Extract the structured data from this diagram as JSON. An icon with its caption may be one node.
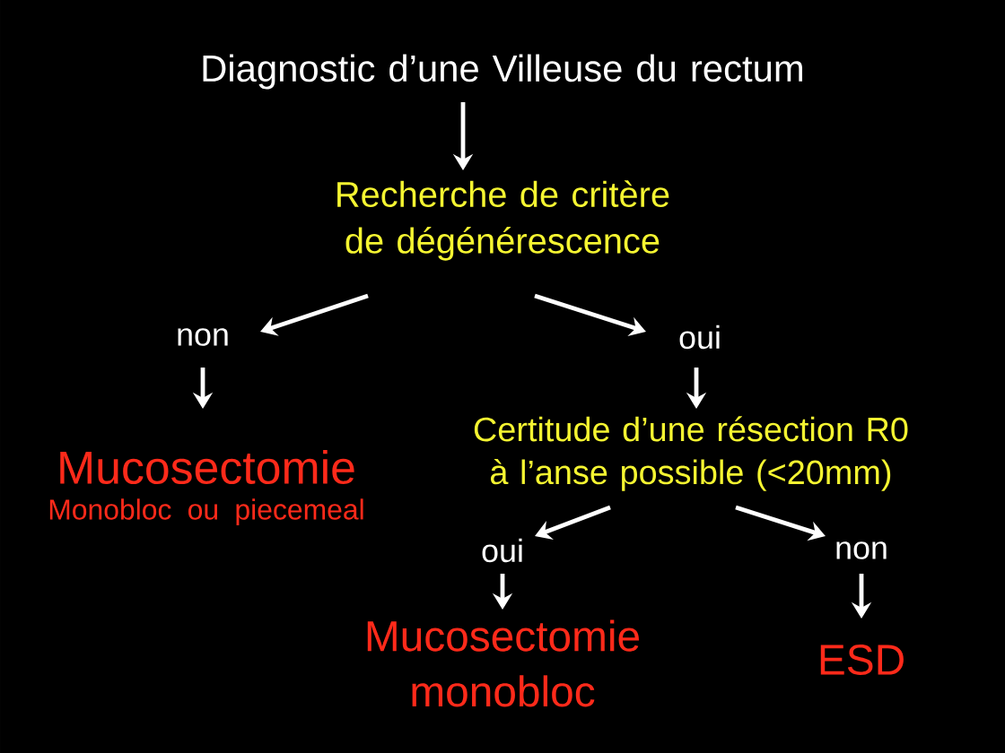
{
  "diagram": {
    "nodes": [
      {
        "text": [
          "Diagnostic d’une Villeuse du rectum"
        ]
      },
      {
        "text": [
          "Recherche de critère de dégénérescence"
        ]
      },
      {
        "text": [
          "non"
        ]
      },
      {
        "text": [
          "oui"
        ]
      },
      {
        "text": [
          "Mucosectomie",
          "Monobloc ou piecemeal"
        ]
      },
      {
        "text": [
          "Certitude d’une résection R0 à l’anse possible (<20mm)"
        ]
      },
      {
        "text": [
          "oui"
        ]
      },
      {
        "text": [
          "non"
        ]
      },
      {
        "text": [
          "Mucosectomie monobloc"
        ]
      },
      {
        "text": [
          "ESD"
        ]
      }
    ],
    "edges": [
      {
        "from": 0,
        "to": 1,
        "arrow": "to"
      },
      {
        "from": 1,
        "to": 2,
        "arrow": "to"
      },
      {
        "from": 1,
        "to": 3,
        "arrow": "to"
      },
      {
        "from": 2,
        "to": 4,
        "arrow": "to"
      },
      {
        "from": 3,
        "to": 5,
        "arrow": "to"
      },
      {
        "from": 5,
        "to": 6,
        "arrow": "to"
      },
      {
        "from": 5,
        "to": 7,
        "arrow": "to"
      },
      {
        "from": 6,
        "to": 8,
        "arrow": "to"
      },
      {
        "from": 7,
        "to": 9,
        "arrow": "to"
      }
    ]
  }
}
